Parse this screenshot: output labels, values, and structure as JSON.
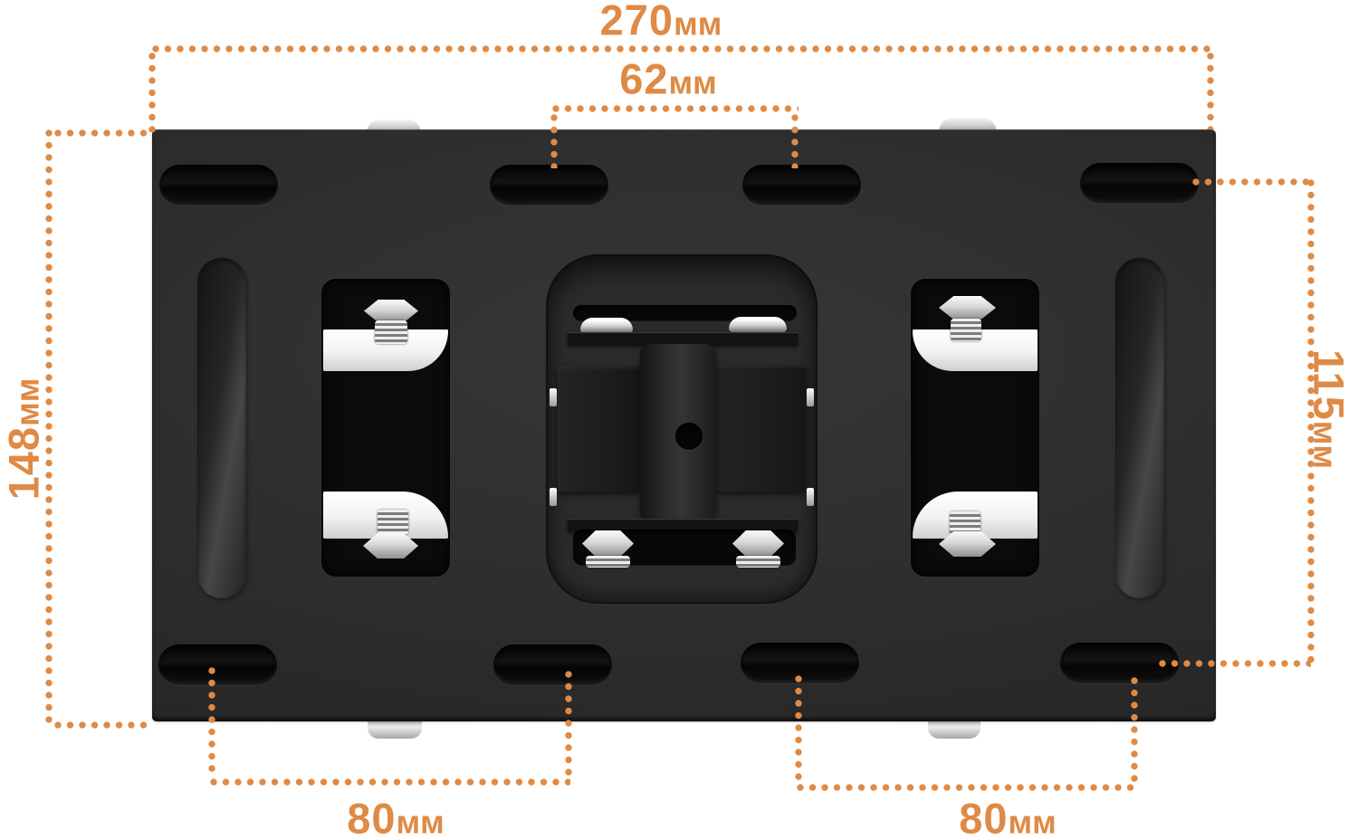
{
  "accent_color": "#df8a45",
  "plate_color": "#2c2c2c",
  "dimensions": {
    "top_width": {
      "value": "270",
      "unit": "мм"
    },
    "center_hole_spacing": {
      "value": "62",
      "unit": "мм"
    },
    "left_height": {
      "value": "148",
      "unit": "мм"
    },
    "right_height": {
      "value": "115",
      "unit": "мм"
    },
    "bottom_left_spacing": {
      "value": "80",
      "unit": "мм"
    },
    "bottom_right_spacing": {
      "value": "80",
      "unit": "мм"
    }
  }
}
